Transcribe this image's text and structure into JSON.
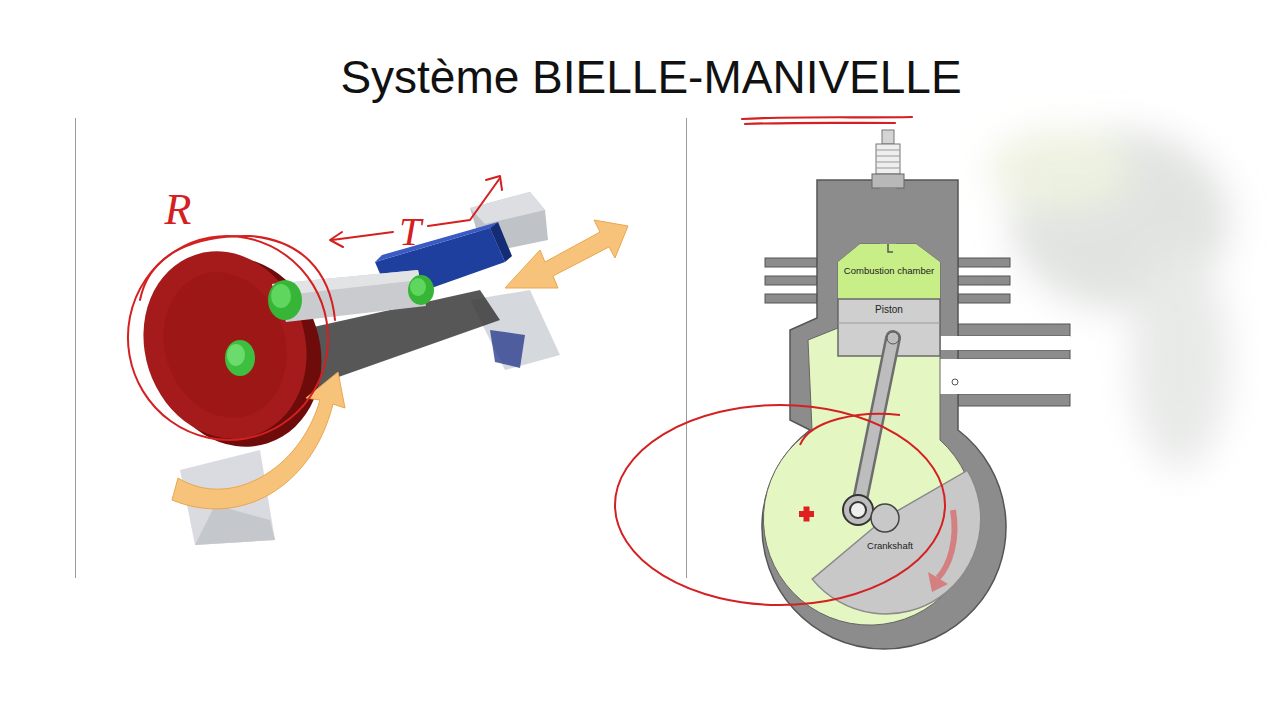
{
  "diagram": {
    "title": "Système BIELLE-MANIVELLE",
    "labels": [
      "R",
      "T",
      "Combustion chamber",
      "Piston",
      "Crankshaft"
    ]
  }
}
